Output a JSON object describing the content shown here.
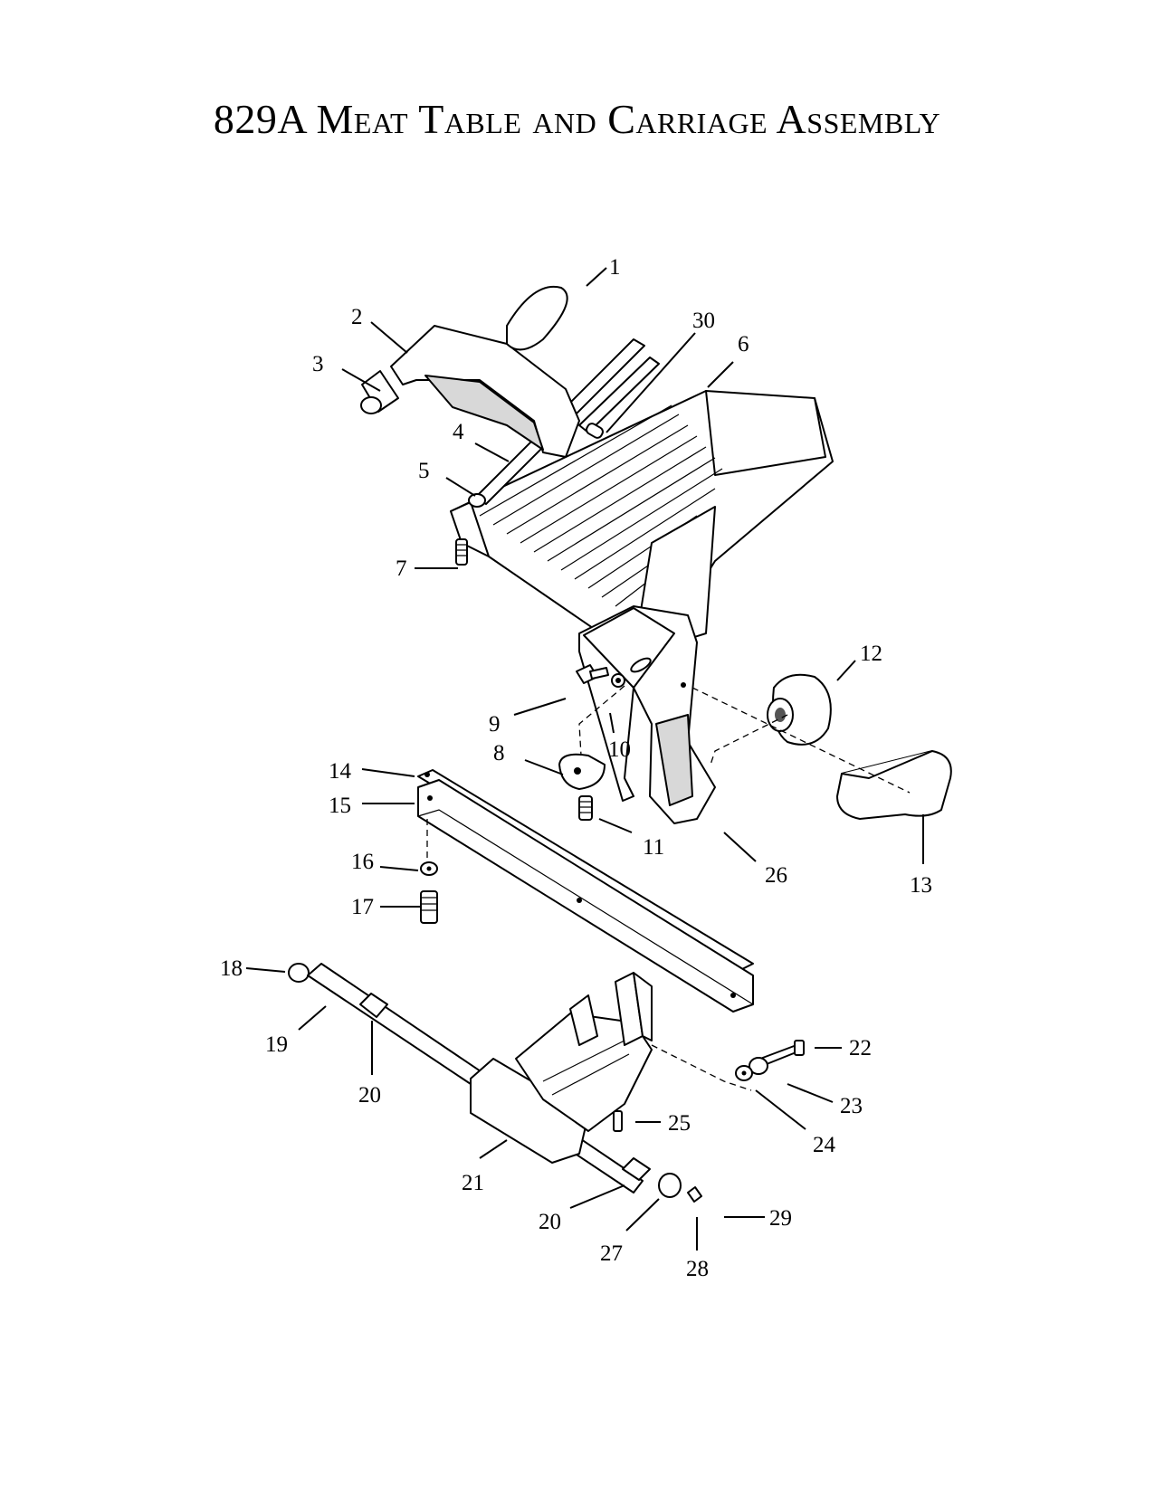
{
  "title": "829A Meat Table and Carriage Assembly",
  "callouts": [
    {
      "id": "c1",
      "label": "1"
    },
    {
      "id": "c2",
      "label": "2"
    },
    {
      "id": "c3",
      "label": "3"
    },
    {
      "id": "c4",
      "label": "4"
    },
    {
      "id": "c5",
      "label": "5"
    },
    {
      "id": "c6",
      "label": "6"
    },
    {
      "id": "c7",
      "label": "7"
    },
    {
      "id": "c8",
      "label": "8"
    },
    {
      "id": "c9",
      "label": "9"
    },
    {
      "id": "c10",
      "label": "10"
    },
    {
      "id": "c11",
      "label": "11"
    },
    {
      "id": "c12",
      "label": "12"
    },
    {
      "id": "c13",
      "label": "13"
    },
    {
      "id": "c14",
      "label": "14"
    },
    {
      "id": "c15",
      "label": "15"
    },
    {
      "id": "c16",
      "label": "16"
    },
    {
      "id": "c17",
      "label": "17"
    },
    {
      "id": "c18",
      "label": "18"
    },
    {
      "id": "c19",
      "label": "19"
    },
    {
      "id": "c20a",
      "label": "20"
    },
    {
      "id": "c21",
      "label": "21"
    },
    {
      "id": "c20b",
      "label": "20"
    },
    {
      "id": "c22",
      "label": "22"
    },
    {
      "id": "c23",
      "label": "23"
    },
    {
      "id": "c24",
      "label": "24"
    },
    {
      "id": "c25",
      "label": "25"
    },
    {
      "id": "c26",
      "label": "26"
    },
    {
      "id": "c27",
      "label": "27"
    },
    {
      "id": "c28",
      "label": "28"
    },
    {
      "id": "c29",
      "label": "29"
    },
    {
      "id": "c30",
      "label": "30"
    }
  ]
}
